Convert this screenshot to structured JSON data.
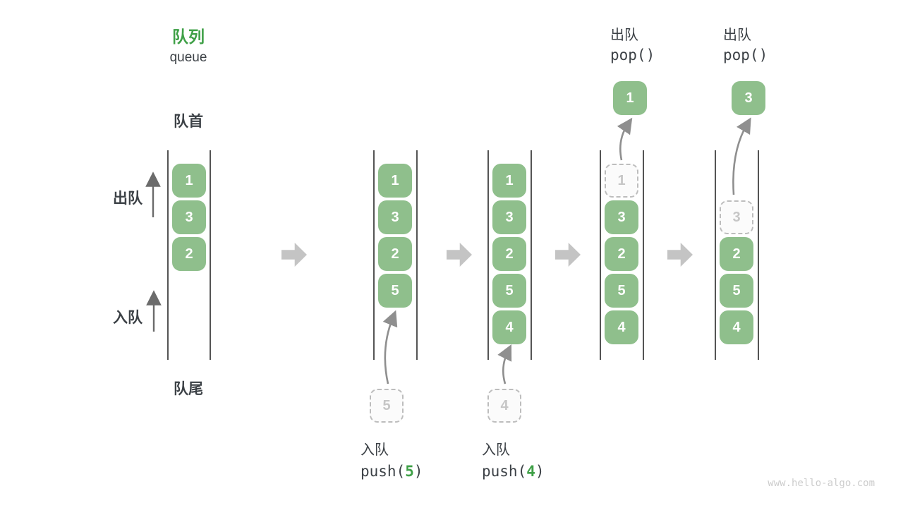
{
  "header": {
    "title_zh": "队列",
    "title_en": "queue"
  },
  "side_labels": {
    "front": "队首",
    "rear": "队尾",
    "dequeue": "出队",
    "enqueue": "入队"
  },
  "states": [
    {
      "boxes": [
        "1",
        "3",
        "2"
      ]
    },
    {
      "boxes": [
        "1",
        "3",
        "2",
        "5"
      ],
      "incoming": "5"
    },
    {
      "boxes": [
        "1",
        "3",
        "2",
        "5",
        "4"
      ],
      "incoming": "4"
    },
    {
      "ghost": "1",
      "boxes": [
        "3",
        "2",
        "5",
        "4"
      ],
      "popped": "1"
    },
    {
      "ghost": "3",
      "boxes": [
        "2",
        "5",
        "4"
      ],
      "popped": "3"
    }
  ],
  "operations": {
    "push5": {
      "label": "入队",
      "code_fn": "push(",
      "code_arg": "5",
      "code_close": ")"
    },
    "push4": {
      "label": "入队",
      "code_fn": "push(",
      "code_arg": "4",
      "code_close": ")"
    },
    "pop1": {
      "label": "出队",
      "code": "pop()"
    },
    "pop2": {
      "label": "出队",
      "code": "pop()"
    }
  },
  "watermark": "www.hello-algo.com",
  "colors": {
    "box_green": "#8FBF8C",
    "accent_green": "#3FA047",
    "text_dark": "#3C4146",
    "block_arrow_gray": "#C4C4C4",
    "dashed_gray": "#BDBDBD",
    "wall_line": "#545454",
    "watermark_gray": "#CCCCCC"
  }
}
